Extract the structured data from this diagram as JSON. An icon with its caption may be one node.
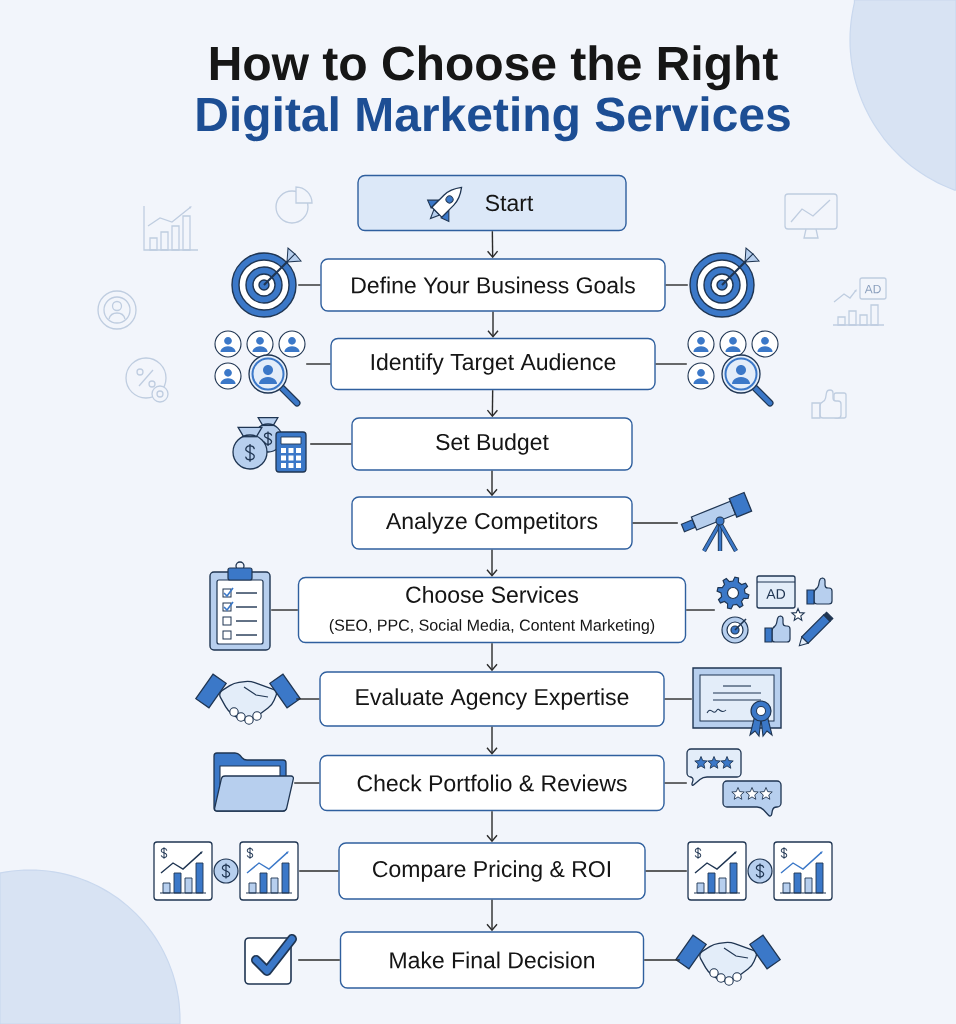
{
  "diagram": {
    "title": "How to Choose the Right Digital Marketing Services",
    "nodes": [
      {
        "text": [
          "Start"
        ]
      },
      {
        "text": [
          "Define Your Business Goals"
        ]
      },
      {
        "text": [
          "Identify Target Audience"
        ]
      },
      {
        "text": [
          "Set Budget"
        ]
      },
      {
        "text": [
          "Analyze Competitors"
        ]
      },
      {
        "text": [
          "Choose Services",
          "(SEO, PPC, Social Media, Content Marketing)"
        ]
      },
      {
        "text": [
          "Evaluate Agency Expertise"
        ]
      },
      {
        "text": [
          "Check Portfolio & Reviews"
        ]
      },
      {
        "text": [
          "Compare Pricing & ROI"
        ]
      },
      {
        "text": [
          "Make Final Decision"
        ]
      },
      {
        "text": [],
        "shape": "picture"
      },
      {
        "text": [],
        "shape": "picture"
      },
      {
        "text": [],
        "shape": "picture"
      },
      {
        "text": [],
        "shape": "picture"
      },
      {
        "text": [],
        "shape": "picture"
      },
      {
        "text": [],
        "shape": "picture"
      },
      {
        "text": [],
        "shape": "picture"
      },
      {
        "text": [],
        "shape": "picture"
      },
      {
        "text": [],
        "shape": "picture"
      },
      {
        "text": [],
        "shape": "picture"
      },
      {
        "text": [],
        "shape": "picture"
      },
      {
        "text": [],
        "shape": "picture"
      },
      {
        "text": [],
        "shape": "picture"
      },
      {
        "text": [],
        "shape": "picture"
      },
      {
        "text": [],
        "shape": "picture"
      },
      {
        "text": [],
        "shape": "picture"
      }
    ],
    "edges": [
      {
        "from": 0,
        "to": 1,
        "arrow": "to"
      },
      {
        "from": 1,
        "to": 2,
        "arrow": "to"
      },
      {
        "from": 2,
        "to": 3,
        "arrow": "to"
      },
      {
        "from": 3,
        "to": 4,
        "arrow": "to"
      },
      {
        "from": 4,
        "to": 5,
        "arrow": "to"
      },
      {
        "from": 5,
        "to": 6,
        "arrow": "to"
      },
      {
        "from": 6,
        "to": 7,
        "arrow": "to"
      },
      {
        "from": 7,
        "to": 8,
        "arrow": "to"
      },
      {
        "from": 8,
        "to": 9,
        "arrow": "to"
      },
      {
        "from": 10,
        "to": 1,
        "arrow": "none"
      },
      {
        "from": 1,
        "to": 11,
        "arrow": "none"
      },
      {
        "from": 12,
        "to": 2,
        "arrow": "none"
      },
      {
        "from": 2,
        "to": 13,
        "arrow": "none"
      },
      {
        "from": 14,
        "to": 3,
        "arrow": "none"
      },
      {
        "from": 4,
        "to": 15,
        "arrow": "none"
      },
      {
        "from": 16,
        "to": 5,
        "arrow": "none"
      },
      {
        "from": 5,
        "to": 17,
        "arrow": "none"
      },
      {
        "from": 18,
        "to": 6,
        "arrow": "none"
      },
      {
        "from": 6,
        "to": 19,
        "arrow": "none"
      },
      {
        "from": 20,
        "to": 7,
        "arrow": "none"
      },
      {
        "from": 7,
        "to": 21,
        "arrow": "none"
      },
      {
        "from": 22,
        "to": 8,
        "arrow": "none"
      },
      {
        "from": 8,
        "to": 23,
        "arrow": "none"
      },
      {
        "from": 24,
        "to": 9,
        "arrow": "none"
      },
      {
        "from": 9,
        "to": 25,
        "arrow": "none"
      }
    ],
    "labels": [
      "AD",
      "AD"
    ]
  }
}
